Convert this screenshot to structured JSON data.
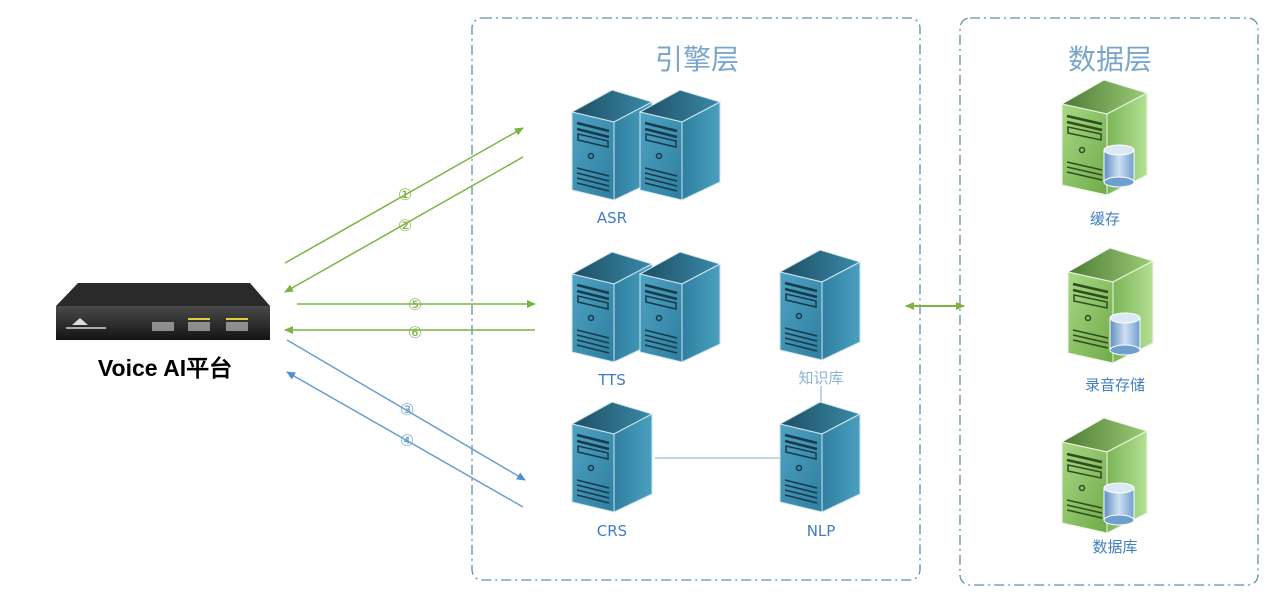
{
  "platform": {
    "label": "Voice AI平台"
  },
  "engine_layer": {
    "title": "引擎层",
    "nodes": {
      "asr": "ASR",
      "tts": "TTS",
      "knowledge": "知识库",
      "crs": "CRS",
      "nlp": "NLP"
    }
  },
  "data_layer": {
    "title": "数据层",
    "nodes": {
      "cache": "缓存",
      "recording": "录音存储",
      "database": "数据库"
    }
  },
  "flows": {
    "f1": "①",
    "f2": "②",
    "f3": "③",
    "f4": "④",
    "f5": "⑤",
    "f6": "⑥"
  },
  "colors": {
    "green_arrow": "#7cb342",
    "blue_arrow": "#6a9fcf",
    "engine_server": "#3d8fb0",
    "data_server": "#8cc460",
    "dash_border": "#5f8fa8"
  }
}
